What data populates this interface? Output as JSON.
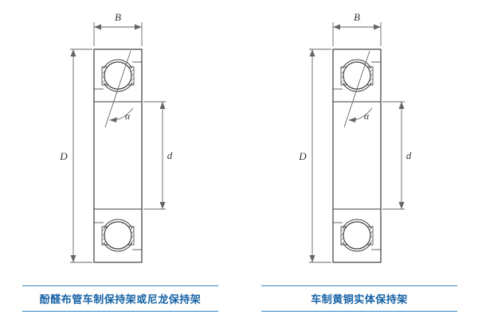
{
  "figure": {
    "panels": [
      {
        "caption": "酚醛布管车制保持架或尼龙保持架",
        "labels": {
          "width": "B",
          "outer_diameter": "D",
          "bore_diameter": "d",
          "contact_angle": "α"
        }
      },
      {
        "caption": "车制黄铜实体保持架",
        "labels": {
          "width": "B",
          "outer_diameter": "D",
          "bore_diameter": "d",
          "contact_angle": "α"
        }
      }
    ],
    "colors": {
      "caption_text": "#1763a6",
      "caption_rule": "#2e86c5",
      "drawing_line": "#3d3d3d",
      "dimension_line": "#666666"
    }
  }
}
